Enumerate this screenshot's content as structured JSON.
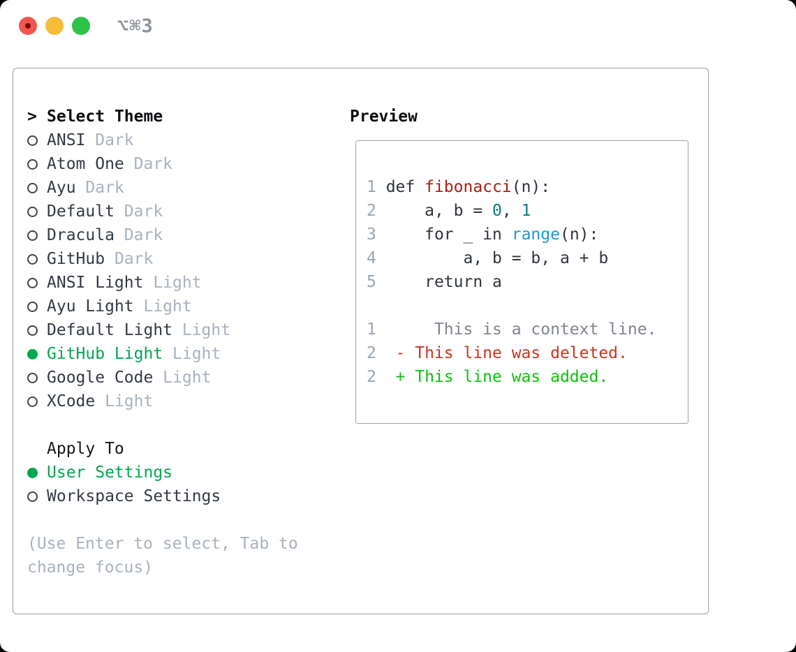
{
  "window": {
    "shortcut": "⌥⌘3",
    "controls": [
      "close",
      "minimize",
      "zoom"
    ]
  },
  "colors": {
    "selection_green": "#00a651",
    "added_green": "#10c010",
    "deleted_red": "#c5371f",
    "function_red": "#a71d13",
    "number_teal": "#0b7a76",
    "builtin_blue": "#2197cf",
    "muted_gray": "#a9b2bd",
    "line_number_gray": "#9aa5b3",
    "panel_border": "#99a2ac",
    "traffic_red": "#f2564e",
    "traffic_yellow": "#f6bd3a",
    "traffic_green": "#2fc148"
  },
  "theme_panel": {
    "header": {
      "prompt": ">",
      "label": "Select Theme"
    },
    "themes": [
      {
        "name": "ANSI",
        "variant": "Dark",
        "selected": false
      },
      {
        "name": "Atom One",
        "variant": "Dark",
        "selected": false
      },
      {
        "name": "Ayu",
        "variant": "Dark",
        "selected": false
      },
      {
        "name": "Default",
        "variant": "Dark",
        "selected": false
      },
      {
        "name": "Dracula",
        "variant": "Dark",
        "selected": false
      },
      {
        "name": "GitHub",
        "variant": "Dark",
        "selected": false
      },
      {
        "name": "ANSI Light",
        "variant": "Light",
        "selected": false
      },
      {
        "name": "Ayu Light",
        "variant": "Light",
        "selected": false
      },
      {
        "name": "Default Light",
        "variant": "Light",
        "selected": false
      },
      {
        "name": "GitHub Light",
        "variant": "Light",
        "selected": true
      },
      {
        "name": "Google Code",
        "variant": "Light",
        "selected": false
      },
      {
        "name": "XCode",
        "variant": "Light",
        "selected": false
      }
    ],
    "apply_to": {
      "label": "Apply To",
      "options": [
        {
          "label": "User Settings",
          "selected": true
        },
        {
          "label": "Workspace Settings",
          "selected": false
        }
      ]
    },
    "hint_lines": [
      "(Use Enter to select, Tab to",
      "change focus)"
    ]
  },
  "preview": {
    "title": "Preview",
    "code_lines": [
      {
        "num": "1",
        "tokens": [
          [
            "c",
            "def "
          ],
          [
            "fn",
            "fibonacci"
          ],
          [
            "c",
            "(n):"
          ]
        ]
      },
      {
        "num": "2",
        "tokens": [
          [
            "c",
            "    a, b = "
          ],
          [
            "num",
            "0"
          ],
          [
            "c",
            ", "
          ],
          [
            "num",
            "1"
          ]
        ]
      },
      {
        "num": "3",
        "tokens": [
          [
            "c",
            "    for _ in "
          ],
          [
            "builtin",
            "range"
          ],
          [
            "c",
            "(n):"
          ]
        ]
      },
      {
        "num": "4",
        "tokens": [
          [
            "c",
            "        a, b = b, a + b"
          ]
        ]
      },
      {
        "num": "5",
        "tokens": [
          [
            "c",
            "    return a"
          ]
        ]
      }
    ],
    "diff_lines": [
      {
        "num": "1",
        "marker": " ",
        "text": "  This is a context line.",
        "type": "context"
      },
      {
        "num": "2",
        "marker": "-",
        "text": "This line was deleted.",
        "type": "deleted"
      },
      {
        "num": "2",
        "marker": "+",
        "text": "This line was added.",
        "type": "added"
      }
    ]
  }
}
